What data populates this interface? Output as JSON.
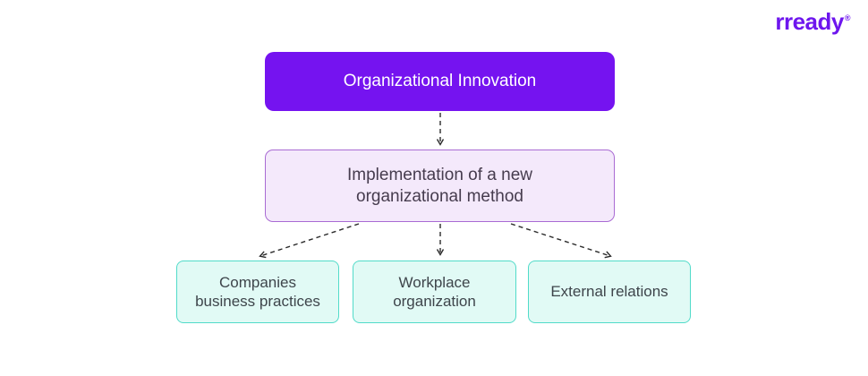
{
  "logo": {
    "text": "rready",
    "mark": "®",
    "color": "#6e16ee"
  },
  "diagram": {
    "root": {
      "label": "Organizational Innovation",
      "bg_color": "#7513f0",
      "text_color": "#ffffff"
    },
    "middle": {
      "label": "Implementation of a new\norganizational method",
      "bg_color": "#f4e9fb",
      "border_color": "#a96bd3",
      "text_color": "#463c4e"
    },
    "children": [
      {
        "label": "Companies\nbusiness practices"
      },
      {
        "label": "Workplace\norganization"
      },
      {
        "label": "External relations"
      }
    ],
    "leaf_style": {
      "bg_color": "#e1faf5",
      "border_color": "#51dbc9",
      "text_color": "#3e454b"
    },
    "connector_color": "#2b2b2b"
  }
}
